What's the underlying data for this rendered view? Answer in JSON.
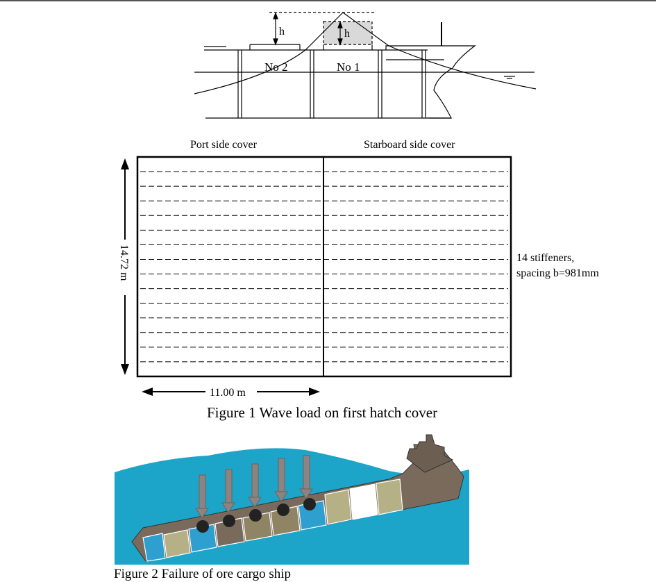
{
  "ship_profile": {
    "height_label_1": "h",
    "height_label_2": "h",
    "hold_2_label": "No 2",
    "hold_1_label": "No 1"
  },
  "hatch_cover": {
    "port_label": "Port side cover",
    "starboard_label": "Starboard side cover",
    "height_dim": "14.72 m",
    "width_dim": "11.00 m",
    "stiffener_line1": "14 stiffeners,",
    "stiffener_line2": "spacing b=981mm",
    "stiffener_count": 14
  },
  "captions": {
    "figure1": "Figure 1 Wave load on first hatch cover",
    "figure2": "Figure 2 Failure of ore cargo ship"
  },
  "colors": {
    "sea": "#1ca5c8",
    "hull": "#7a6a5c",
    "cargo": "#b6b087",
    "flood": "#2f9fd0",
    "water_text": "#000000"
  }
}
